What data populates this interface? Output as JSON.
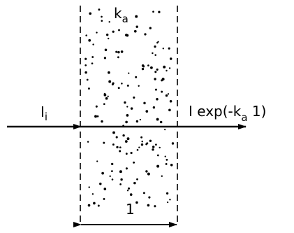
{
  "labels": {
    "absorption_coefficient": {
      "main": "k",
      "sub": "a"
    },
    "incident_intensity": {
      "main": "I",
      "sub": "i"
    },
    "transmitted_intensity": {
      "prefix": "I exp(-k",
      "sub": "a",
      "suffix": " 1)"
    },
    "thickness": "1"
  },
  "colors": {
    "ink": "#000000",
    "background": "#ffffff"
  }
}
